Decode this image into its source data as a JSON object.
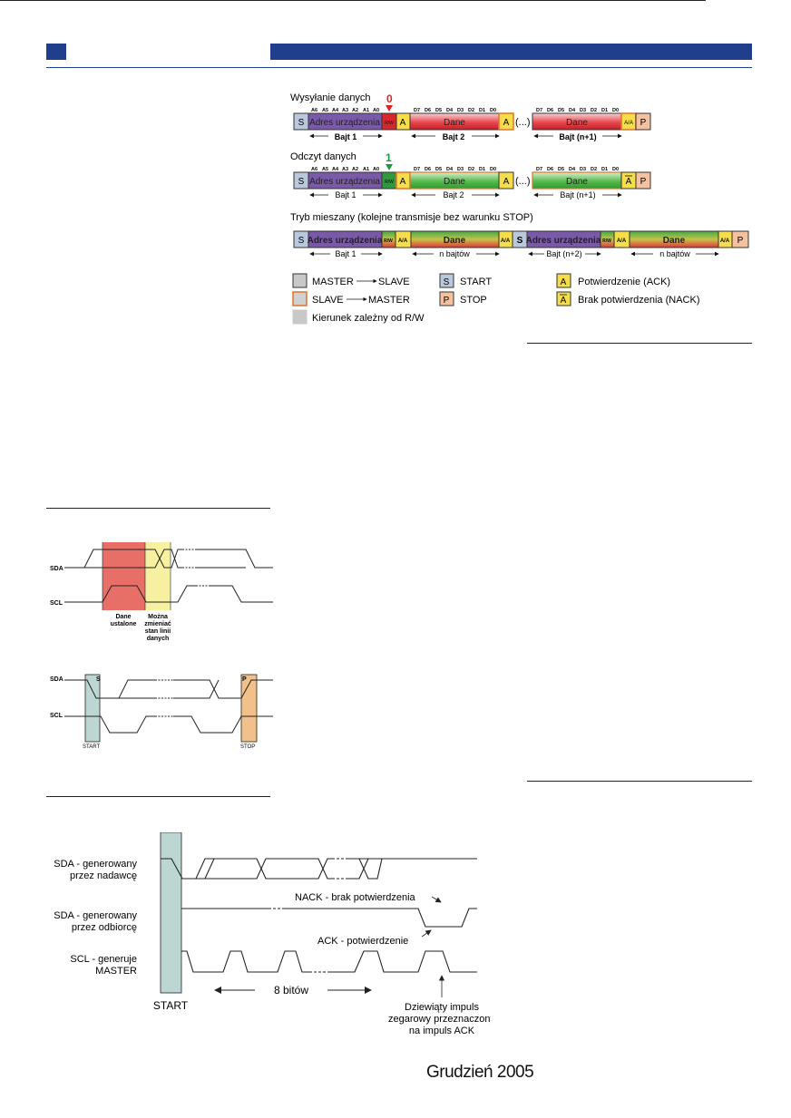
{
  "footer": {
    "date": "Grudzień 2005"
  },
  "protocol_diagram": {
    "write_title": "Wysyłanie danych",
    "read_title": "Odczyt danych",
    "mixed_title": "Tryb mieszany (kolejne transmisje bez warunku STOP)",
    "write_rw_bit": "0",
    "read_rw_bit": "1",
    "addr_bits": [
      "A6",
      "A5",
      "A4",
      "A3",
      "A2",
      "A1",
      "A0"
    ],
    "data_bits": [
      "D7",
      "D6",
      "D5",
      "D4",
      "D3",
      "D2",
      "D1",
      "D0"
    ],
    "s": "S",
    "p": "P",
    "a": "A",
    "abar": "A",
    "aack": "A/A",
    "rw": "R/W",
    "ellipsis": "(...)",
    "addr": "Adres urządzenia",
    "data": "Dane",
    "byte1": "Bajt 1",
    "byte2": "Bajt 2",
    "byten1": "Bajt (n+1)",
    "byten2": "Bajt (n+2)",
    "nbytes": "n bajtów",
    "legend": {
      "master_slave_a": "MASTER",
      "master_slave_b": "SLAVE",
      "slave_master_a": "SLAVE",
      "slave_master_b": "MASTER",
      "direction": "Kierunek zależny od R/W",
      "start": "START",
      "stop": "STOP",
      "ack": "Potwierdzenie (ACK)",
      "nack": "Brak potwierdzenia (NACK)"
    }
  },
  "timing1": {
    "sda": "SDA",
    "scl": "SCL",
    "stable_1": "Dane",
    "stable_2": "ustalone",
    "change_1": "Można",
    "change_2": "zmieniać",
    "change_3": "stan linii",
    "change_4": "danych"
  },
  "timing2": {
    "sda": "SDA",
    "scl": "SCL",
    "s": "S",
    "p": "P",
    "start": "START",
    "stop": "STOP"
  },
  "timing3": {
    "sda_tx_1": "SDA - generowany",
    "sda_tx_2": "przez nadawcę",
    "sda_rx_1": "SDA - generowany",
    "sda_rx_2": "przez odbiorcę",
    "scl_1": "SCL - generuje",
    "scl_2": "MASTER",
    "start": "START",
    "nack": "NACK - brak potwierdzenia",
    "ack": "ACK - potwierdzenie",
    "bits": "8 bitów",
    "ninth_1": "Dziewiąty impuls",
    "ninth_2": "zegarowy przeznaczony",
    "ninth_3": "na impuls ACK"
  },
  "colors": {
    "header_blue": "#1f3f8c",
    "address_purple": "#7a5aa8",
    "data_red": "#e0303a",
    "data_green": "#3aab3a",
    "ack_yellow": "#f6dd4a",
    "start_blue": "#b9c8dc",
    "stop_peach": "#f5c2a0",
    "stable_red": "#e86f68",
    "change_yellow": "#f7f0a0",
    "start_teal": "#bcd6d4",
    "stop_orange": "#f2c08a"
  }
}
